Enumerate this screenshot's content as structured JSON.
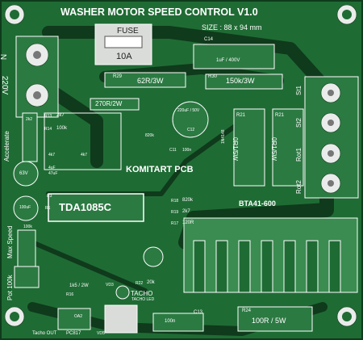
{
  "title": "WASHER MOTOR SPEED CONTROL V1.0",
  "size_label": "SIZE : 88 x 94 mm",
  "brand": "KOMITART PCB",
  "main_ic": "TDA1085C",
  "triac": "BTA41-600",
  "fuse": {
    "label": "FUSE",
    "rating": "10A"
  },
  "supply": {
    "n": "N",
    "v": "220V"
  },
  "resistors": {
    "r29": {
      "ref": "R29",
      "value": "62R/3W"
    },
    "r30": {
      "ref": "R30",
      "value": "150k/3W"
    },
    "r270": {
      "value": "270R/2W"
    },
    "r21a": {
      "ref": "R21",
      "value": "0R1/5W"
    },
    "r21b": {
      "ref": "R21",
      "value": "0R1/5W"
    },
    "r24": {
      "ref": "R24",
      "value": "100R / 5W"
    },
    "r18": {
      "ref": "R18",
      "value": "820k"
    },
    "r19": {
      "ref": "R19",
      "value": "2k7"
    },
    "r17": {
      "ref": "R17",
      "value": "120R"
    },
    "r22": {
      "ref": "R22",
      "value": "20k"
    },
    "r13": {
      "ref": "R13",
      "value": "2k7"
    },
    "r14": {
      "ref": "R14",
      "value": "100k"
    },
    "r15": {
      "ref": "R15",
      "value": "2k2"
    },
    "r1": {
      "ref": "R1",
      "value": "100k"
    },
    "r3": {
      "ref": "R3",
      "value": "1k"
    },
    "r11": {
      "ref": "R11",
      "value": "820k"
    },
    "r2": {
      "ref": "R2",
      "value": "4k7"
    },
    "r10": {
      "ref": "R10",
      "value": "4k7"
    }
  },
  "caps": {
    "c14": {
      "ref": "C14",
      "value": "1uF / 400V"
    },
    "c13": {
      "ref": "C13",
      "value": "100n"
    },
    "c12": {
      "ref": "C12",
      "value": "220uF / 50V"
    },
    "c11": {
      "ref": "C11",
      "value": "100n"
    },
    "c8": {
      "value": "47uF"
    },
    "c9": {
      "value": "100uF"
    },
    "c4": {
      "value": "4uF"
    },
    "c3": {
      "value": "63V"
    }
  },
  "connectors": {
    "st1": "St1",
    "st2": "St2",
    "rot1": "Rot1",
    "rot2": "Rot2",
    "accelerate": "Accelerate",
    "max_speed": "Max Speed",
    "pot": "Pot 100k",
    "tacho": "TACHO",
    "tacho_out": "Tacho OUT",
    "tacho_led": "TACHO LED",
    "pc817": "PC817",
    "vd3": "VD3",
    "vd5": "VD5",
    "diode": "1N4148",
    "r_tacho": "1k5 / 2W",
    "r16": "R16",
    "oa2": "OA2"
  }
}
